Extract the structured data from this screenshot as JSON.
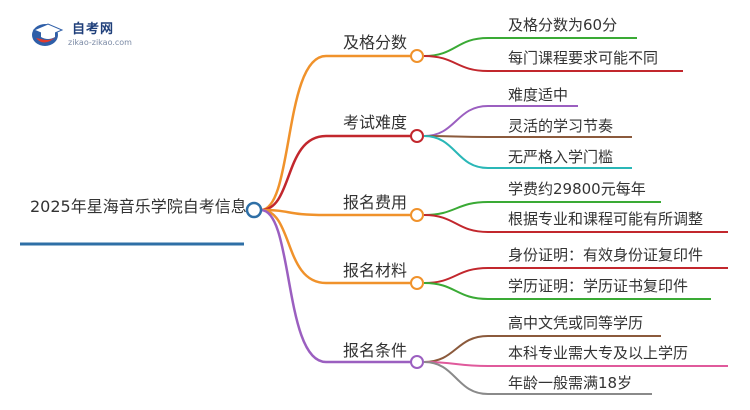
{
  "logo": {
    "name": "自考网",
    "url": "zikao-zikao.com"
  },
  "root": {
    "label": "2025年星海音乐学院自考信息",
    "color": "#2e6fa6"
  },
  "branches": [
    {
      "label": "及格分数",
      "color": "#f0922b",
      "children": [
        {
          "label": "及格分数为60分",
          "color": "#3aaa35"
        },
        {
          "label": "每门课程要求可能不同",
          "color": "#c2272d"
        }
      ]
    },
    {
      "label": "考试难度",
      "color": "#c2272d",
      "children": [
        {
          "label": "难度适中",
          "color": "#9b5fc0"
        },
        {
          "label": "灵活的学习节奏",
          "color": "#8b5a3c"
        },
        {
          "label": "无严格入学门槛",
          "color": "#2ab7b7"
        }
      ]
    },
    {
      "label": "报名费用",
      "color": "#f0922b",
      "children": [
        {
          "label": "学费约29800元每年",
          "color": "#3aaa35"
        },
        {
          "label": "根据专业和课程可能有所调整",
          "color": "#c2272d"
        }
      ]
    },
    {
      "label": "报名材料",
      "color": "#f0922b",
      "children": [
        {
          "label": "身份证明：有效身份证复印件",
          "color": "#c2272d"
        },
        {
          "label": "学历证明：学历证书复印件",
          "color": "#3aaa35"
        }
      ]
    },
    {
      "label": "报名条件",
      "color": "#9b5fc0",
      "children": [
        {
          "label": "高中文凭或同等学历",
          "color": "#8b5a3c"
        },
        {
          "label": "本科专业需大专及以上学历",
          "color": "#e05a9c"
        },
        {
          "label": "年龄一般需满18岁",
          "color": "#8a8a8a"
        }
      ]
    }
  ]
}
